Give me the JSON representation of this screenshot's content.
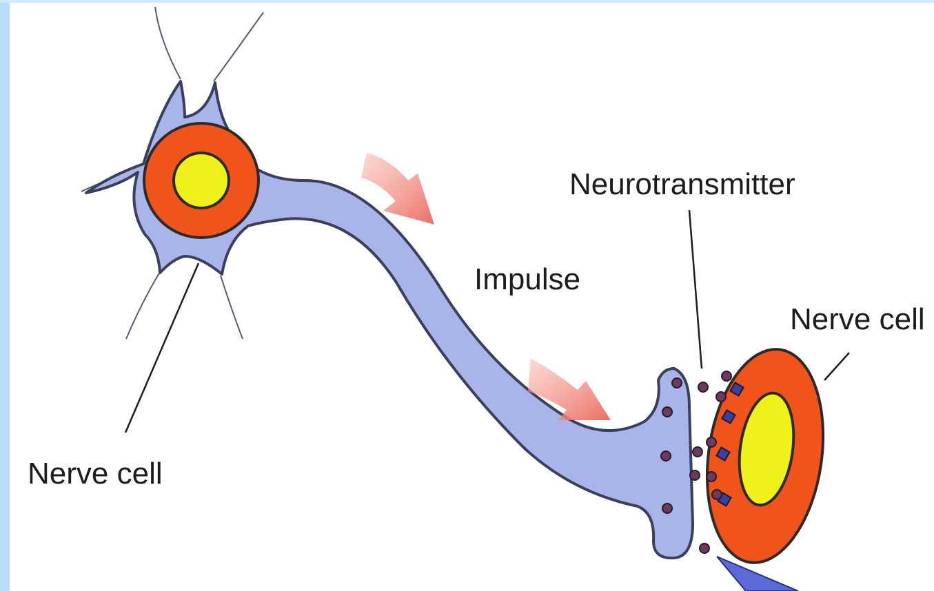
{
  "labels": {
    "nerve_cell_left": "Nerve cell",
    "impulse": "Impulse",
    "neurotransmitter": "Neurotransmitter",
    "nerve_cell_right": "Nerve cell"
  },
  "colors": {
    "membrane": "#a9b4e8",
    "membrane_stroke": "#3a3f5c",
    "cell_body": "#f0541a",
    "nucleus": "#eef21a",
    "impulse_arrow": "#ec7a6e",
    "vesicle": "#6b3a5e",
    "receptor": "#3b3f9e",
    "pointer": "#5b6ad6",
    "background_edge": "#b9dcf7"
  },
  "icons": {
    "impulse_arrow": "curved-arrow-icon",
    "pointer": "triangle-pointer-icon"
  }
}
